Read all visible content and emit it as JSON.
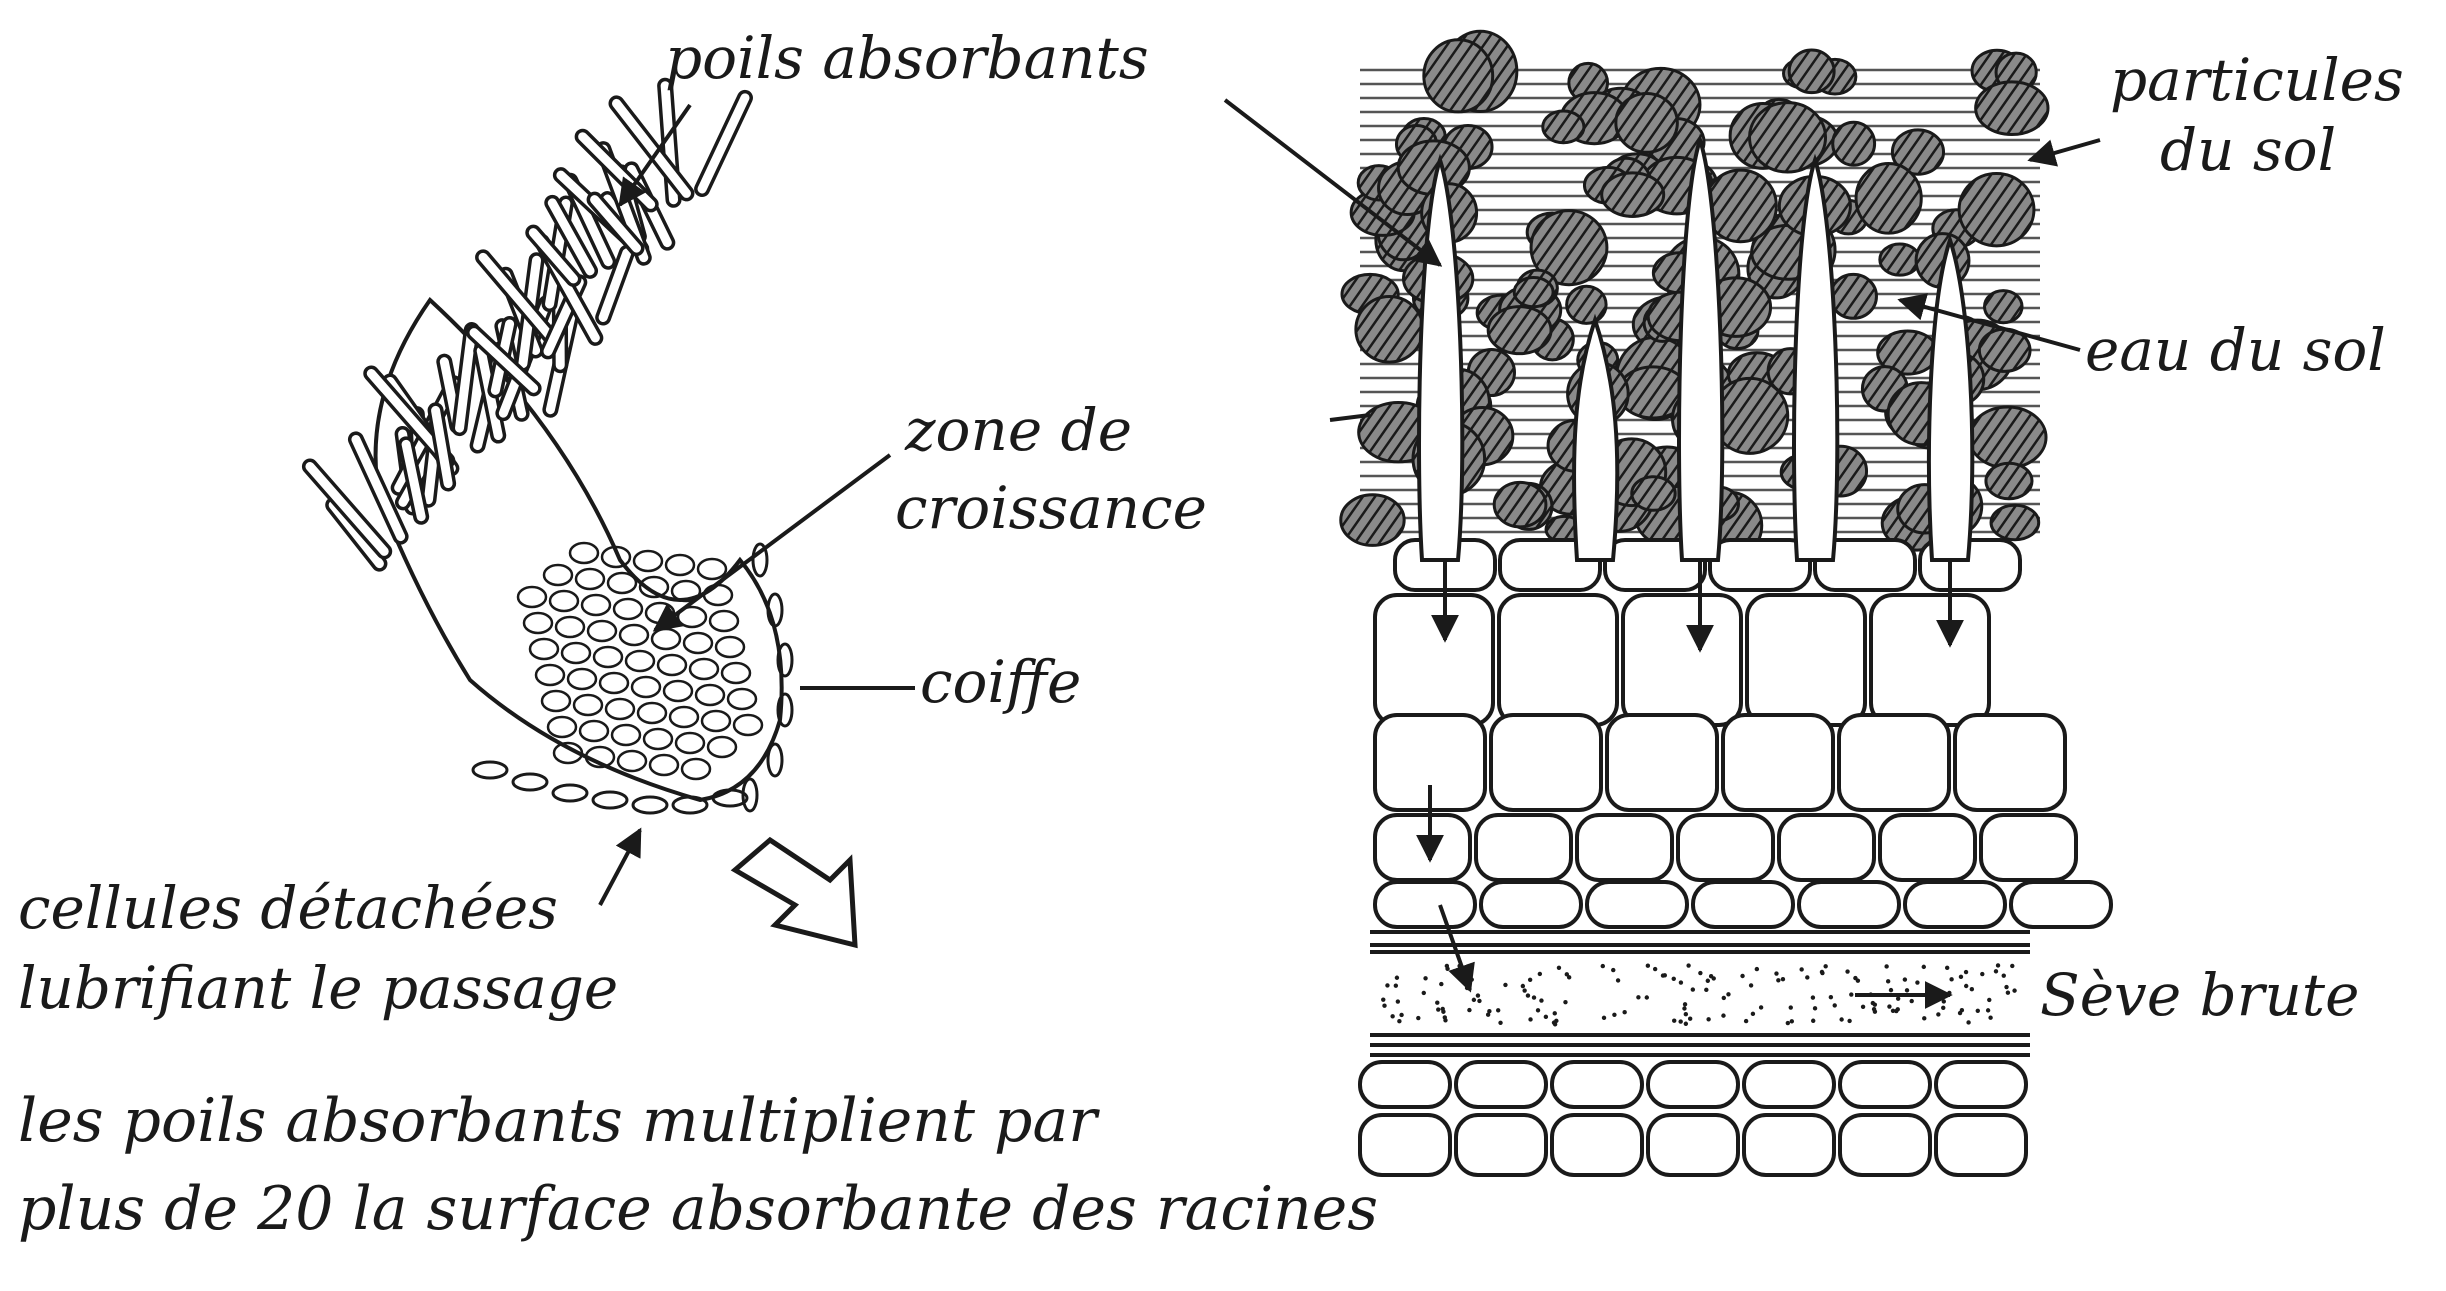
{
  "colors": {
    "ink": "#1a1a1a",
    "paper": "#ffffff",
    "soil": "#4a4a4a"
  },
  "left_figure": {
    "poils_absorbants": "poils absorbants",
    "zone_line1": "zone de",
    "zone_line2": "croissance",
    "coiffe": "coiffe",
    "cellules_line1": "cellules détachées",
    "cellules_line2": "lubrifiant le passage"
  },
  "right_figure": {
    "particules_line1": "particules",
    "particules_line2": "du sol",
    "eau_du_sol": "eau du sol",
    "seve_brute": "Sève brute"
  },
  "caption": {
    "line1": "les poils absorbants multiplient par",
    "line2": "plus de 20 la surface absorbante des racines"
  }
}
